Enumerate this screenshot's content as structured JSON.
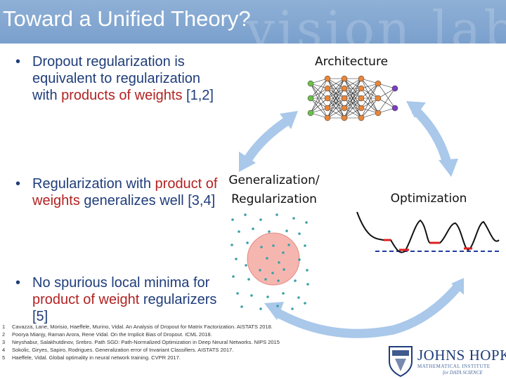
{
  "slide": {
    "title": "Toward a Unified Theory?",
    "watermark": "vision lab"
  },
  "bullets": [
    {
      "marker": "•",
      "parts": [
        "Dropout regularization is equivalent to regularization with ",
        "products of weights",
        " [1,2]"
      ]
    },
    {
      "marker": "•",
      "parts": [
        "Regularization with ",
        "product of weights",
        " generalizes well [3,4]"
      ]
    },
    {
      "marker": "•",
      "parts": [
        "No spurious local minima for ",
        "product of weight",
        " regularizers [5]"
      ]
    }
  ],
  "diagram": {
    "architecture_label": "Architecture",
    "generalization_label_line1": "Generalization/",
    "generalization_label_line2": "Regularization",
    "optimization_label": "Optimization",
    "colors": {
      "arrow": "#a9c8ea",
      "input_node": "#6cc04a",
      "hidden_node": "#e8863a",
      "output_node": "#7a3fc0",
      "curve": "#111111",
      "minima": "#e02020",
      "dashed_line": "#1f3da0",
      "dots": "#3aa0a8",
      "circle_fill": "#f6b6b0"
    }
  },
  "references": [
    {
      "num": "1",
      "text": "Cavazza, Lane, Morisio, Haeffele, Murino, Vidal. An Analysis of Dropout for Matrix Factorization. AISTATS 2018."
    },
    {
      "num": "2",
      "text": "Poorya Mianjy, Raman Arora, Rene Vidal. On the Implicit Bias of Dropout. ICML 2018."
    },
    {
      "num": "3",
      "text": "Neyshabur, Salakhutdinov, Srebro. Path SGD: Path-Normalized Optimization in Deep Neural Networks. NIPS 2015"
    },
    {
      "num": "4",
      "text": "Sokolic, Giryes, Sapiro, Rodrigues. Generalization error of Invariant Classifiers. AISTATS 2017."
    },
    {
      "num": "5",
      "text": "Haeffele, Vidal. Global optimality in neural network training. CVPR 2017."
    }
  ],
  "logo": {
    "line1": "JOHNS HOPKINS",
    "line2": "MATHEMATICAL INSTITUTE",
    "line3": "for DATA SCIENCE",
    "icon": "shield-icon"
  }
}
